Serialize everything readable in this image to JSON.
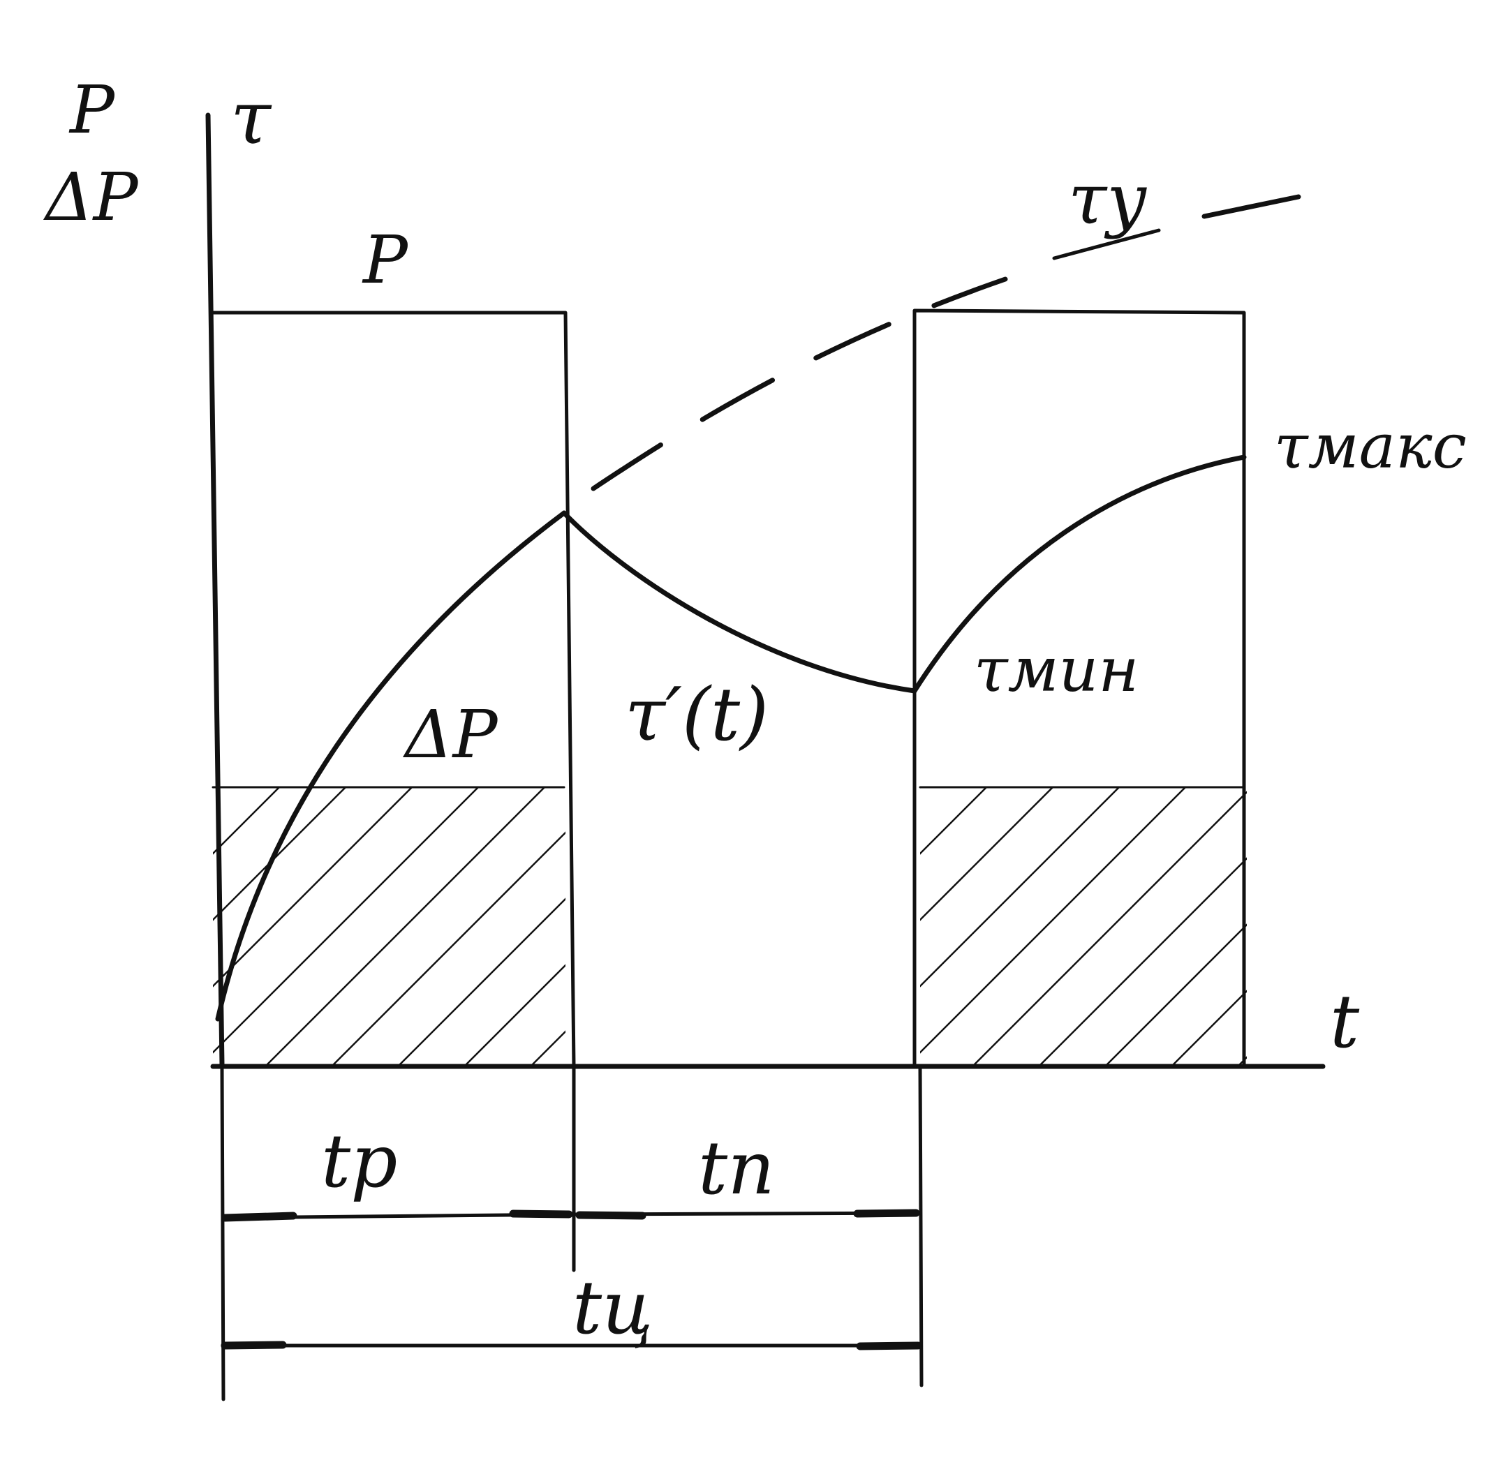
{
  "labels": {
    "y_axis_p": "P",
    "y_axis_dp": "ΔP",
    "y_axis_tau": "τ",
    "p_level": "P",
    "dp_level": "ΔP",
    "tau_y": "τу",
    "tau_max": "τмакс",
    "tau_min": "τмин",
    "tau_t": "τ′(t)",
    "t_axis": "t",
    "t_p": "tр",
    "t_n": "tп",
    "t_c": "tц"
  },
  "colors": {
    "ink": "#111111",
    "paper": "#ffffff"
  }
}
